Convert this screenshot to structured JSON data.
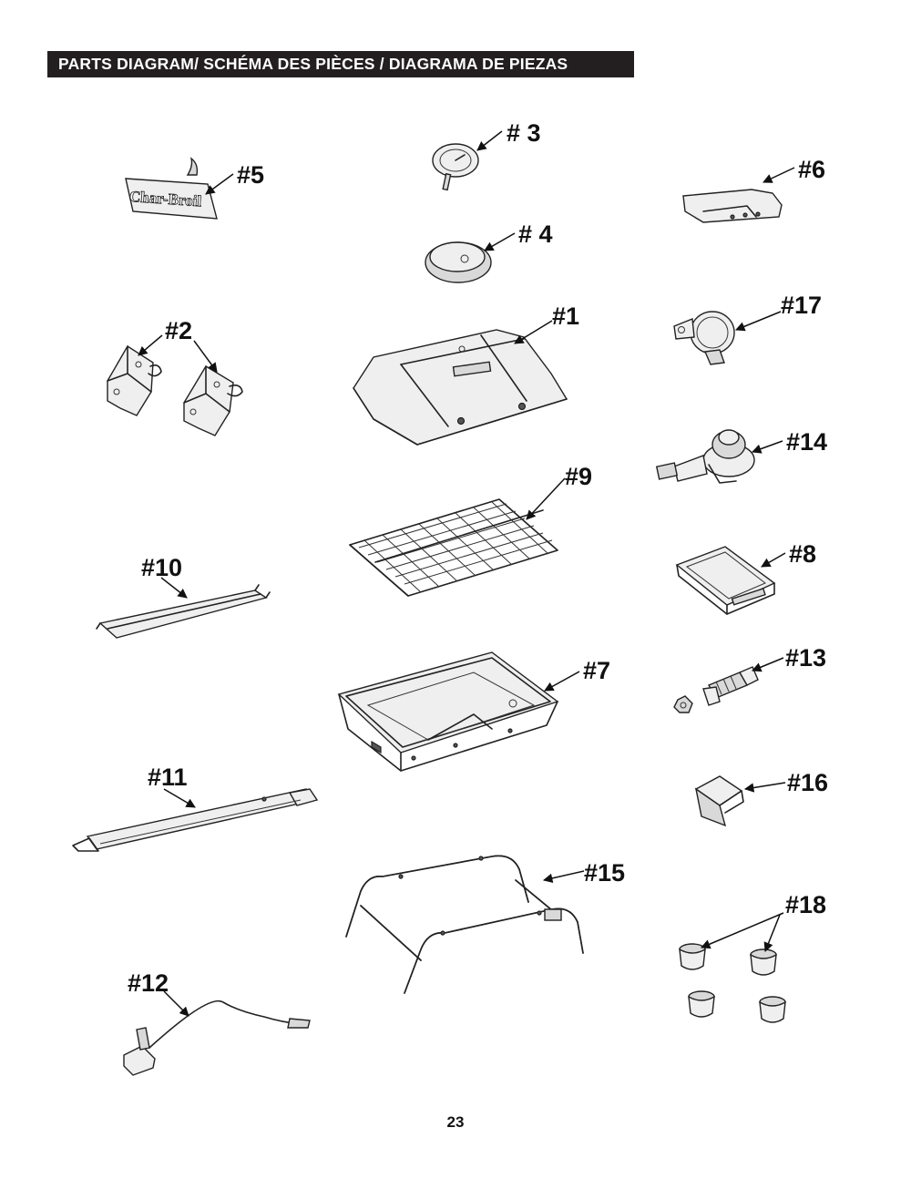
{
  "header": {
    "title": "PARTS DIAGRAM/ SCHÉMA DES PIÈCES / DIAGRAMA DE PIEZAS"
  },
  "footer": {
    "page_number": "23"
  },
  "logo": {
    "text": "Char-Broil"
  },
  "parts": {
    "p1": "#1",
    "p2": "#2",
    "p3": "# 3",
    "p4": "# 4",
    "p5": "#5",
    "p6": "#6",
    "p7": "#7",
    "p8": "#8",
    "p9": "#9",
    "p10": "#10",
    "p11": "#11",
    "p12": "#12",
    "p13": "#13",
    "p14": "#14",
    "p15": "#15",
    "p16": "#16",
    "p17": "#17",
    "p18": "#18"
  }
}
